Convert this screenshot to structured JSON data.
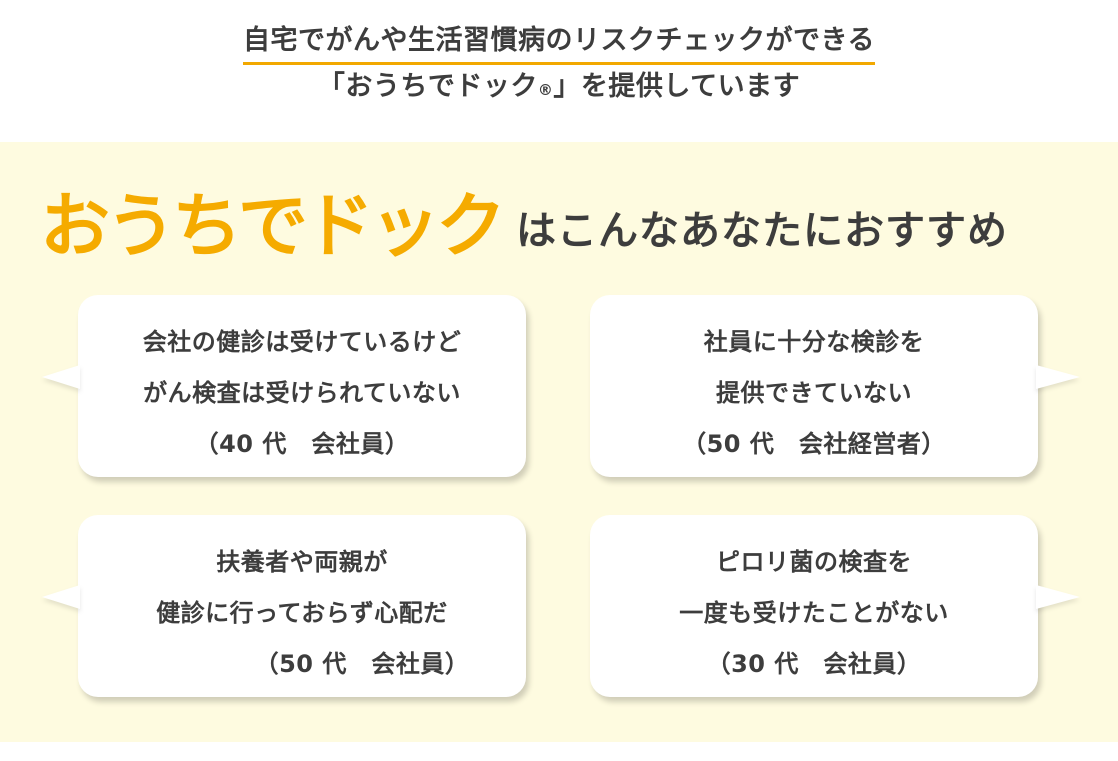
{
  "intro": {
    "line1": "自宅でがんや生活習慣病のリスクチェックができる",
    "line2_prefix": "「おうちでドック",
    "line2_reg": "®",
    "line2_suffix": "」を提供しています"
  },
  "headline": {
    "brand": "おうちでドック",
    "rest": "はこんなあなたにおすすめ"
  },
  "colors": {
    "brand_orange": "#f5ab00",
    "section_bg": "#fefbe0",
    "text_dark": "#3d3d3d"
  },
  "testimonials": [
    {
      "lines": [
        "会社の健診は受けているけど",
        "がん検査は受けられていない"
      ],
      "attribution": "（40 代　会社員）"
    },
    {
      "lines": [
        "社員に十分な検診を",
        "提供できていない"
      ],
      "attribution": "（50 代　会社経営者）"
    },
    {
      "lines": [
        "扶養者や両親が",
        "健診に行っておらず心配だ"
      ],
      "attribution": "（50 代　会社員）"
    },
    {
      "lines": [
        "ピロリ菌の検査を",
        "一度も受けたことがない"
      ],
      "attribution": "（30 代　会社員）"
    }
  ]
}
